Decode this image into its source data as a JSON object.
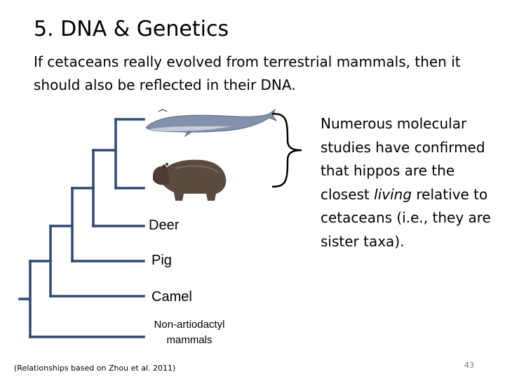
{
  "slide": {
    "title": "5. DNA & Genetics",
    "subtitle": "If cetaceans really evolved from terrestrial mammals, then it should also be reflected in their DNA.",
    "tree": {
      "line_color": "#2f4b73",
      "taxa": {
        "deer": "Deer",
        "pig": "Pig",
        "camel": "Camel",
        "non_artiodactyl_line1": "Non-artiodactyl",
        "non_artiodactyl_line2": "mammals"
      },
      "images": [
        "whale-image",
        "hippo-image"
      ]
    },
    "callout": {
      "part1": "Numerous molecular studies have confirmed that hippos are the closest ",
      "emphasis": "living",
      "part2": " relative to cetaceans (i.e., they are sister taxa)."
    },
    "citation": "(Relationships based on Zhou et al. 2011)",
    "page_number": "43"
  }
}
